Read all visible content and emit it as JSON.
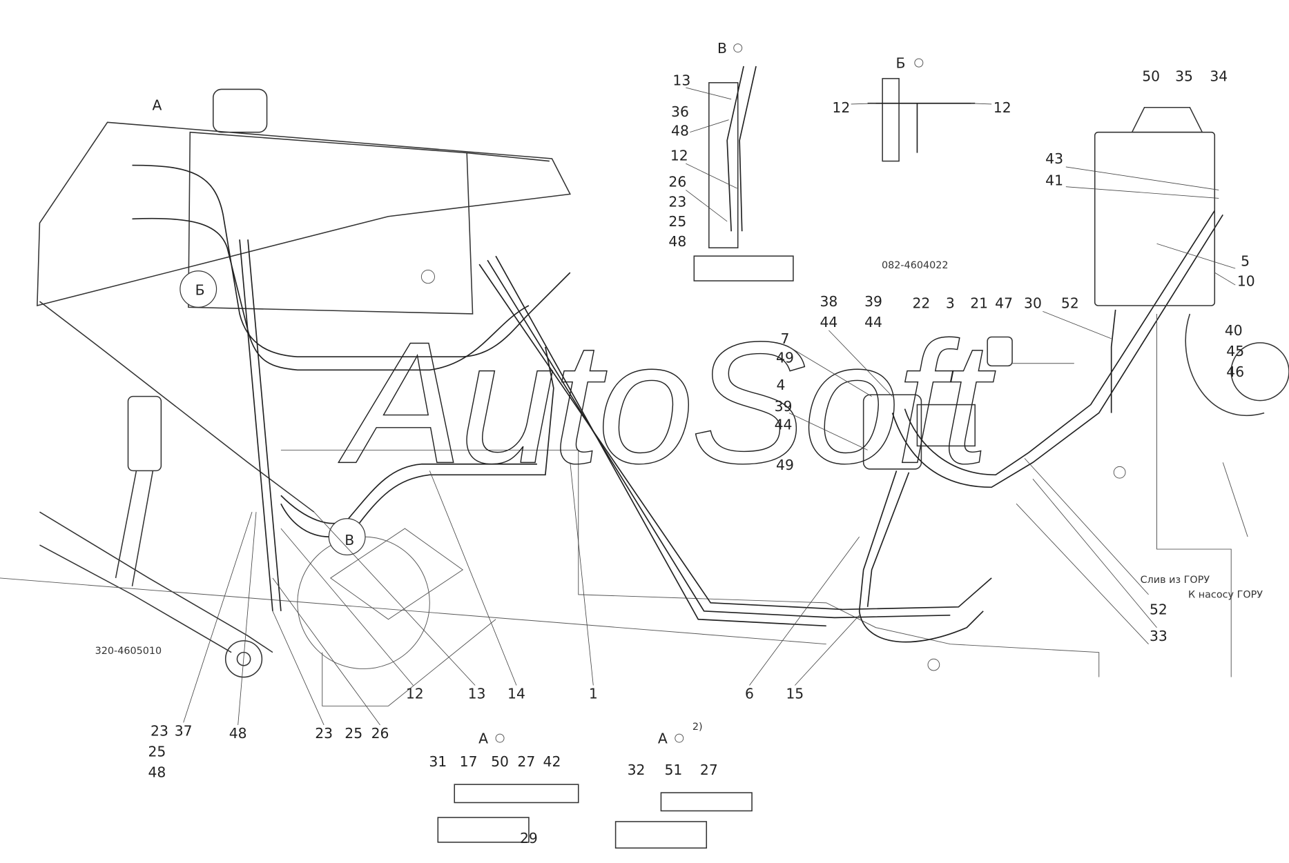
{
  "watermark": "AutoSoft",
  "view_headers": {
    "a_main": "А",
    "b_bubble": "Б",
    "v_bubble": "В",
    "v_view": "В",
    "b_view": "Б",
    "a_view1": "А",
    "a_view2": "А",
    "a_view2_note": "2)"
  },
  "codes": {
    "assembly_left": "320-4605010",
    "assembly_center": "082-4604022"
  },
  "notes": {
    "drain": "Слив из ГОРУ",
    "to_pump": "К насосу ГОРУ"
  },
  "callouts": {
    "view_v": [
      "13",
      "36",
      "48",
      "12",
      "26",
      "23",
      "25",
      "48"
    ],
    "view_b": [
      "12",
      "12"
    ],
    "filter": [
      "50",
      "35",
      "34",
      "43",
      "41",
      "5",
      "10",
      "40",
      "45",
      "46",
      "52",
      "30"
    ],
    "center": [
      "38",
      "44",
      "39",
      "44",
      "22",
      "3",
      "21",
      "47",
      "7",
      "49",
      "4",
      "39",
      "44",
      "49"
    ],
    "right_lower": [
      "52",
      "33"
    ],
    "bottom": [
      "12",
      "13",
      "14",
      "1",
      "6",
      "15"
    ],
    "bottom_left": [
      "23",
      "37",
      "25",
      "48",
      "48",
      "23",
      "25",
      "26"
    ],
    "view_a1": [
      "31",
      "17",
      "50",
      "27",
      "42",
      "29"
    ],
    "view_a2": [
      "32",
      "51",
      "27"
    ]
  }
}
